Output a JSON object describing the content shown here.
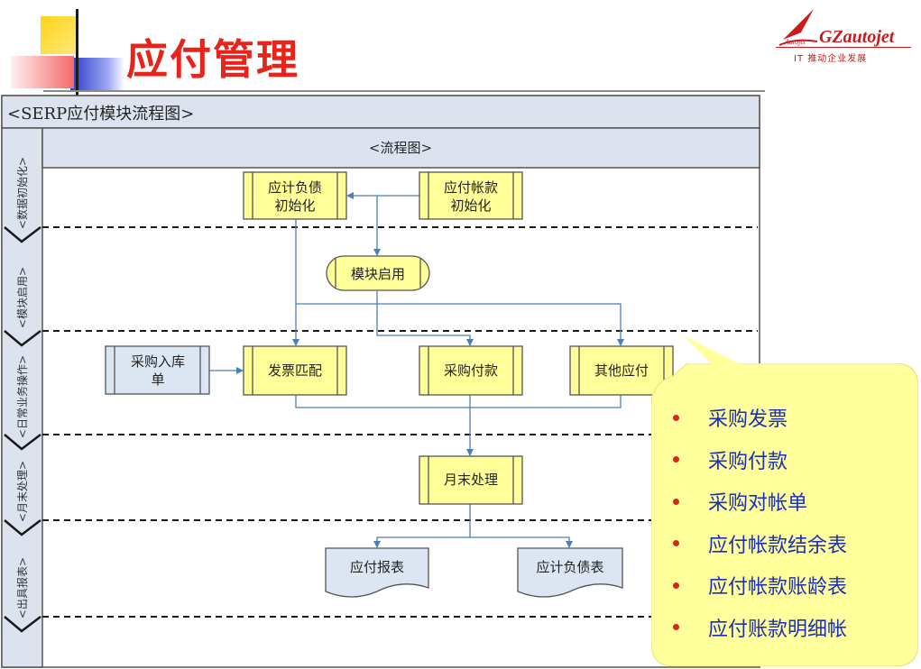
{
  "header": {
    "title": "应付管理",
    "logo_name": "GZautojet",
    "logo_small": "Autojet",
    "logo_tagline": "IT 推动企业发展"
  },
  "colors": {
    "title": "#e8231b",
    "process_fill": "#ffff99",
    "input_fill": "#dce6f2",
    "connector": "#4a7ebb",
    "callout_fill": "#ffff9c",
    "bullet_text": "#1b2fb8",
    "bullet_dot": "#d9261c"
  },
  "diagram": {
    "caption": "<SERP应付模块流程图>",
    "header": "<流程图>",
    "lanes": [
      {
        "label": "<数据初始化>"
      },
      {
        "label": "<模块启用>"
      },
      {
        "label": "<日常业务操作>"
      },
      {
        "label": "<月末处理>"
      },
      {
        "label": "<出具报表>"
      }
    ],
    "nodes": {
      "ap_liability_init": {
        "line1": "应计负债",
        "line2": "初始化"
      },
      "ap_account_init": {
        "line1": "应付帐款",
        "line2": "初始化"
      },
      "module_enable": {
        "label": "模块启用"
      },
      "purchase_receipt": {
        "line1": "采购入库",
        "line2": "单"
      },
      "invoice_match": {
        "label": "发票匹配"
      },
      "purchase_payment": {
        "label": "采购付款"
      },
      "other_payable": {
        "label": "其他应付"
      },
      "month_end": {
        "label": "月末处理"
      },
      "ap_report": {
        "label": "应付报表"
      },
      "accrued_liability_report": {
        "label": "应计负债表"
      }
    }
  },
  "callout": {
    "items": [
      "采购发票",
      "采购付款",
      "采购对帐单",
      "应付帐款结余表",
      "应付帐款账龄表",
      "应付账款明细帐"
    ]
  }
}
